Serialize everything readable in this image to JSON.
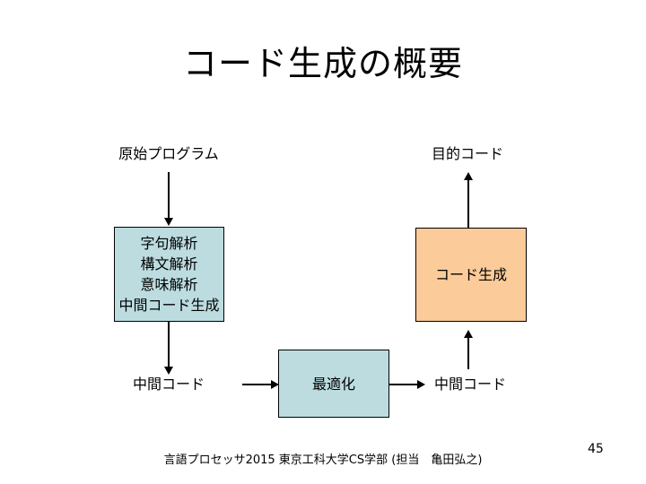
{
  "slide": {
    "title": "コード生成の概要",
    "page_number": "45",
    "footer": "言語プロセッサ2015 東京工科大学CS学部 (担当　亀田弘之)",
    "background_color": "#ffffff"
  },
  "diagram": {
    "labels": {
      "source_program": "原始プログラム",
      "target_code": "目的コード",
      "intermediate_code_left": "中間コード",
      "intermediate_code_right": "中間コード"
    },
    "boxes": [
      {
        "id": "analysis",
        "text": "字句解析\n構文解析\n意味解析\n中間コード生成",
        "lines": [
          "字句解析",
          "構文解析",
          "意味解析",
          "中間コード生成"
        ],
        "fill": "#bcdce0",
        "border": "#000000"
      },
      {
        "id": "codegen",
        "text": "コード生成",
        "lines": [
          "コード生成"
        ],
        "fill": "#fbcb9a",
        "border": "#000000"
      },
      {
        "id": "optimize",
        "text": "最適化",
        "lines": [
          "最適化"
        ],
        "fill": "#bcdce0",
        "border": "#000000"
      }
    ],
    "connectors": [
      {
        "id": "source-to-analysis",
        "direction": "down"
      },
      {
        "id": "analysis-to-intermediate-left",
        "direction": "down"
      },
      {
        "id": "intermediate-left-to-optimize",
        "direction": "right"
      },
      {
        "id": "optimize-to-intermediate-right",
        "direction": "right"
      },
      {
        "id": "intermediate-right-to-codegen",
        "direction": "up"
      },
      {
        "id": "codegen-to-target",
        "direction": "up"
      }
    ]
  }
}
